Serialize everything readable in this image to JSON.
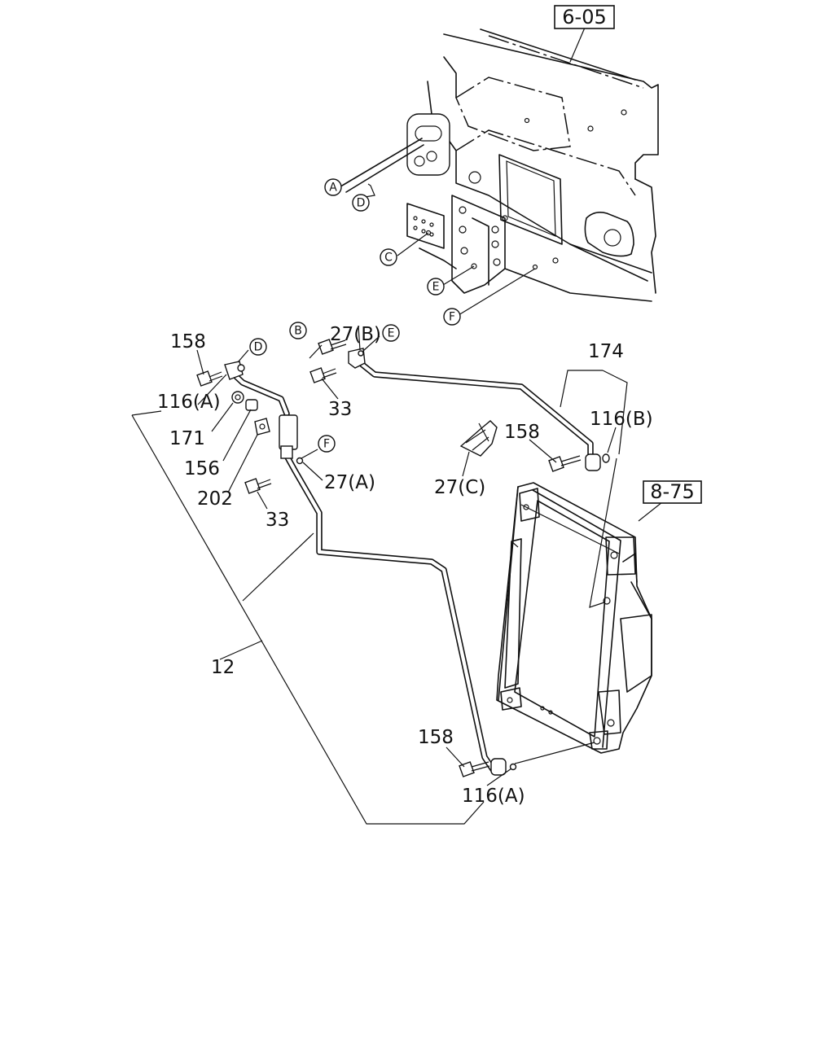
{
  "ref_boxes": {
    "frame_ref": "6-05",
    "condenser_ref": "8-75"
  },
  "callouts": {
    "a": "A",
    "b": "B",
    "c": "C",
    "d_frame": "D",
    "d_pipe": "D",
    "e_frame": "E",
    "e_pipe": "E",
    "f_frame": "F",
    "f_pipe": "F"
  },
  "part_labels": {
    "p27b": "27(B)",
    "p158_top_left": "158",
    "p116a_top": "116(A)",
    "p171": "171",
    "p156": "156",
    "p202": "202",
    "p33_upper": "33",
    "p33_lower": "33",
    "p27a": "27(A)",
    "p174": "174",
    "p116b": "116(B)",
    "p158_mid": "158",
    "p27c": "27(C)",
    "p12": "12",
    "p158_bottom": "158",
    "p116a_bottom": "116(A)"
  }
}
